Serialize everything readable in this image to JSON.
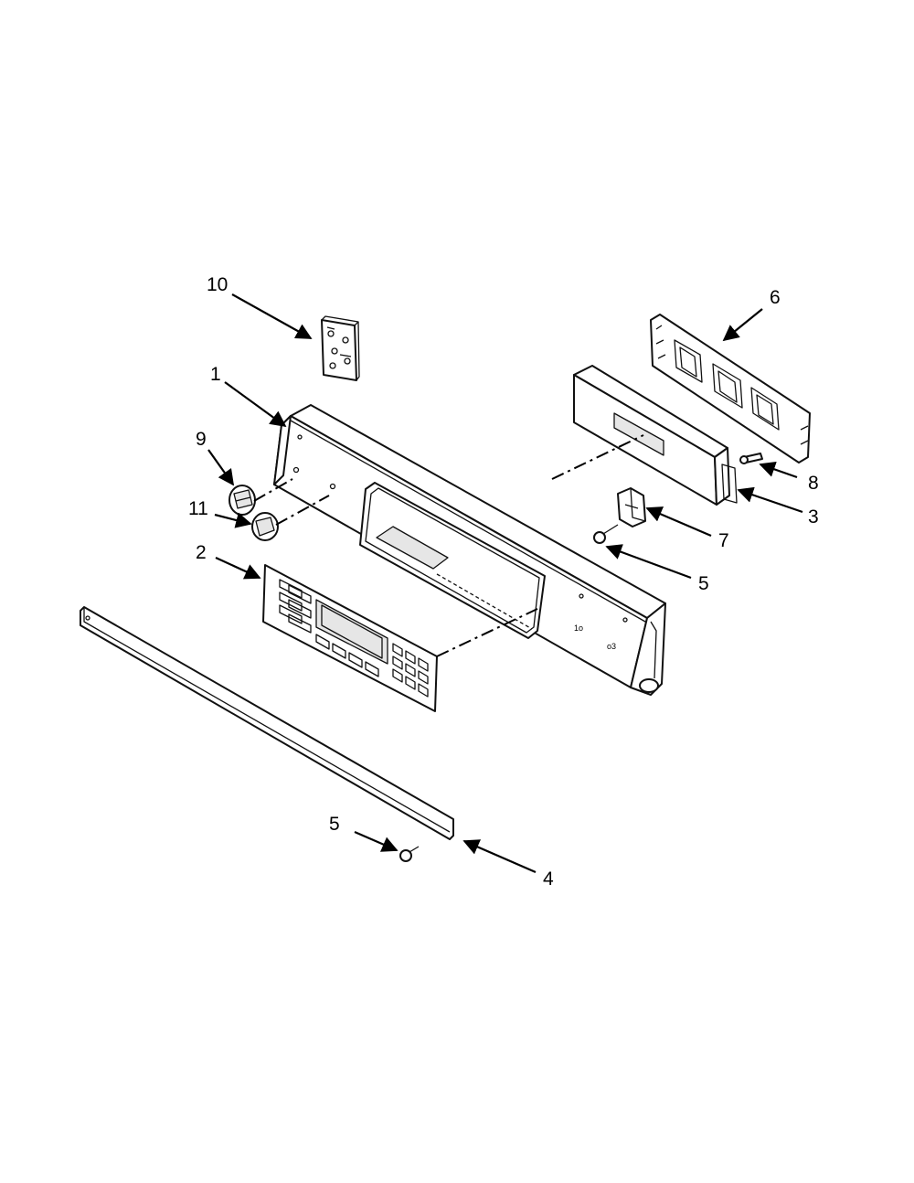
{
  "callouts": {
    "c1": "1",
    "c2": "2",
    "c3": "3",
    "c4": "4",
    "c5a": "5",
    "c5b": "5",
    "c6": "6",
    "c7": "7",
    "c8": "8",
    "c9": "9",
    "c10": "10",
    "c11": "11"
  },
  "panel_marks": {
    "upper": "1o",
    "lower": "o3"
  }
}
